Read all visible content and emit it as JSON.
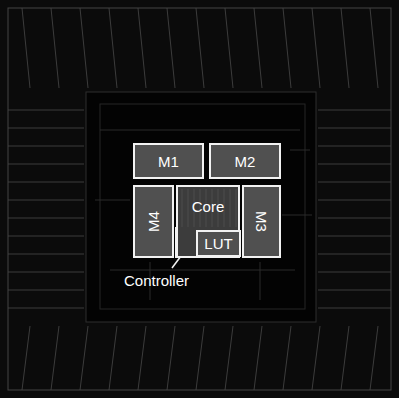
{
  "diagram": {
    "nodes": [
      {
        "text": [
          "M1"
        ]
      },
      {
        "text": [
          "M2"
        ]
      },
      {
        "text": [
          "M4"
        ]
      },
      {
        "text": [
          "Core"
        ]
      },
      {
        "text": [
          "LUT"
        ],
        "in": 3
      },
      {
        "text": [
          "M3"
        ]
      }
    ],
    "labels": [
      "Controller"
    ]
  }
}
